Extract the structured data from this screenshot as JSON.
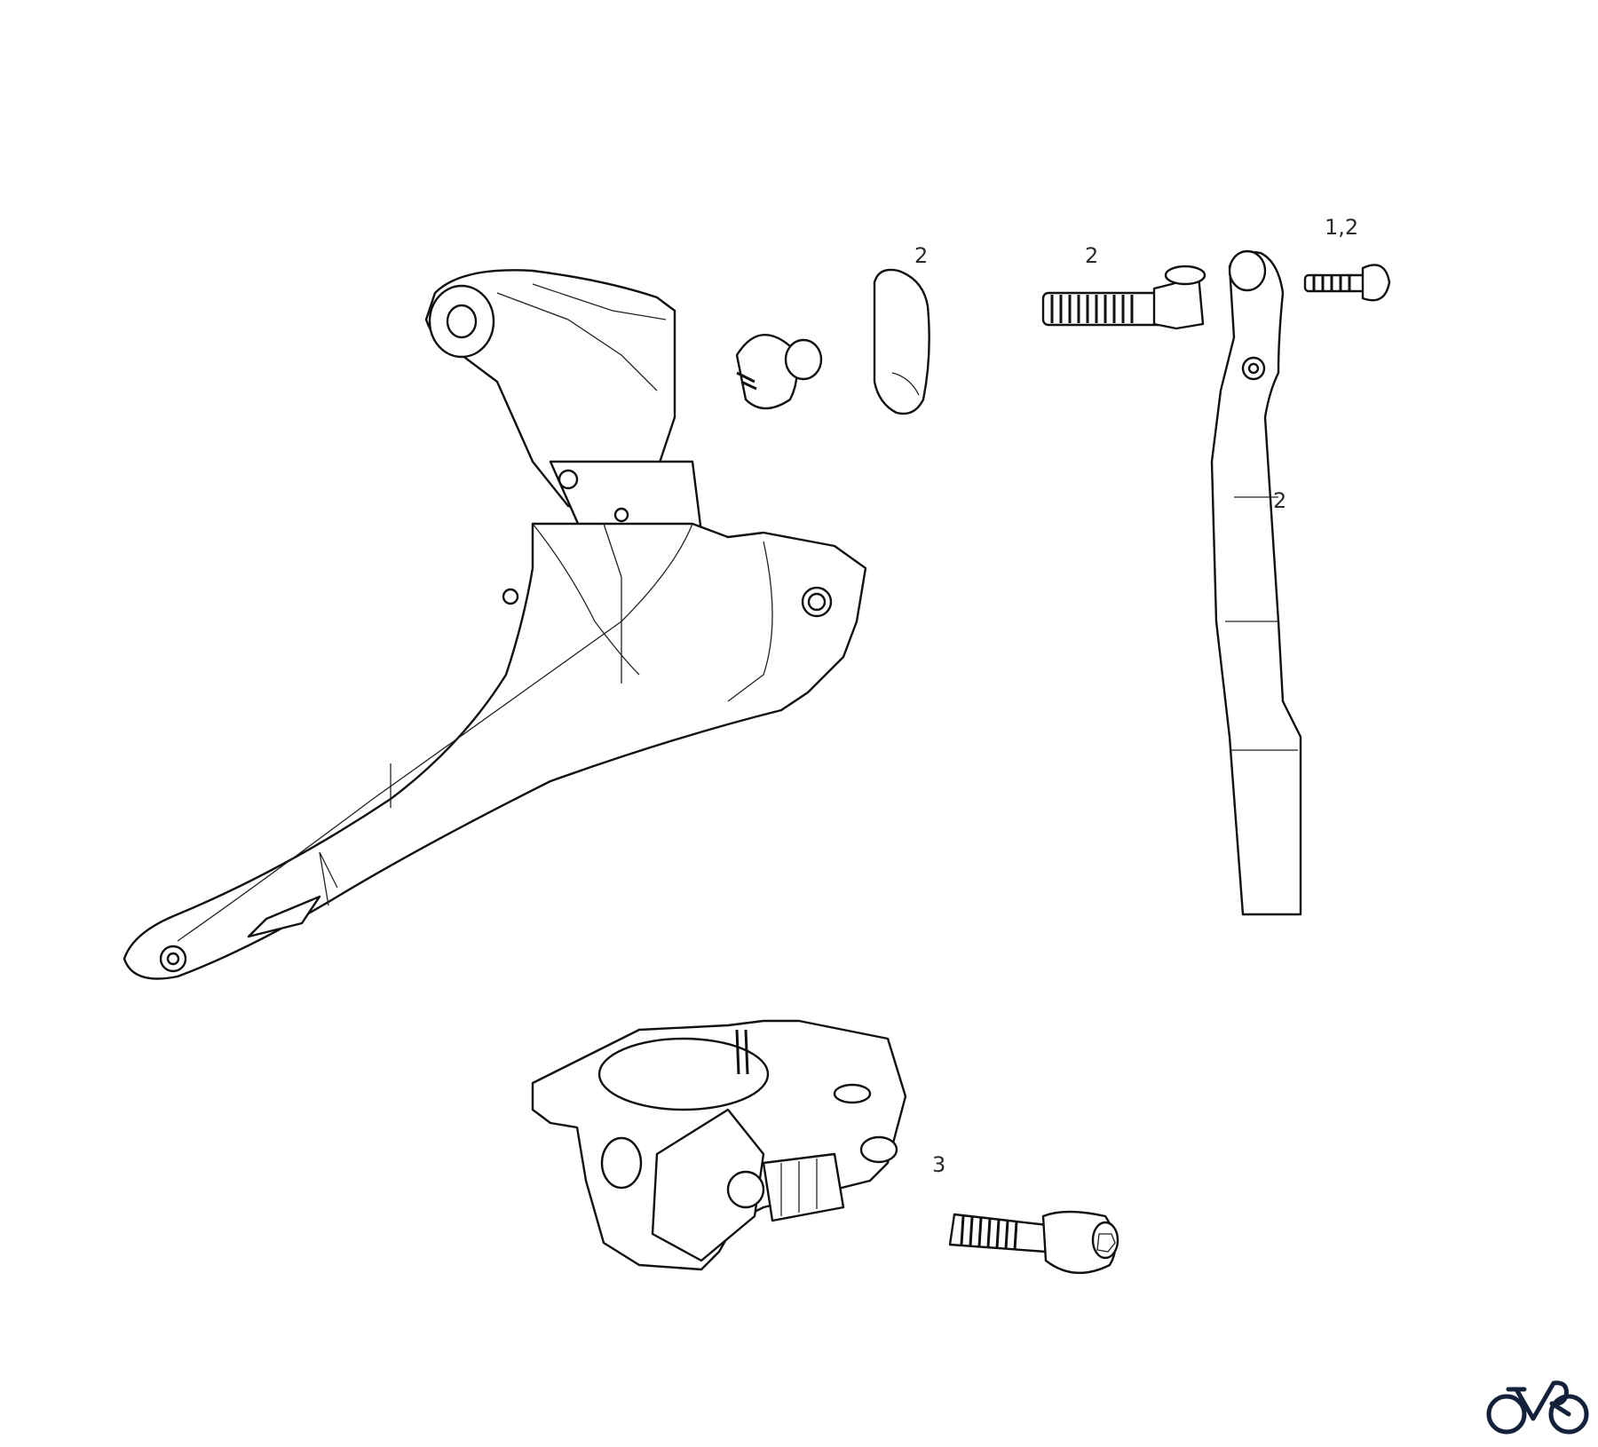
{
  "diagram": {
    "type": "exploded-parts-diagram",
    "subject": "front derailleur",
    "parts": [
      {
        "id": "derailleur-body",
        "label": ""
      },
      {
        "id": "cable-guide-insert",
        "label": "2"
      },
      {
        "id": "limit-screw-with-bushing",
        "label": "2"
      },
      {
        "id": "small-screw",
        "label": "1,2"
      },
      {
        "id": "chain-guide-arm",
        "label": "2"
      },
      {
        "id": "braze-on-clamp",
        "label": ""
      },
      {
        "id": "clamp-bolt",
        "label": "3"
      }
    ],
    "labels": {
      "small_screw": "1,2",
      "insert": "2",
      "limit_screw": "2",
      "arm": "2",
      "clamp_bolt": "3"
    }
  },
  "logo": {
    "icon": "bicycle-logo-icon",
    "color": "#14213a"
  }
}
